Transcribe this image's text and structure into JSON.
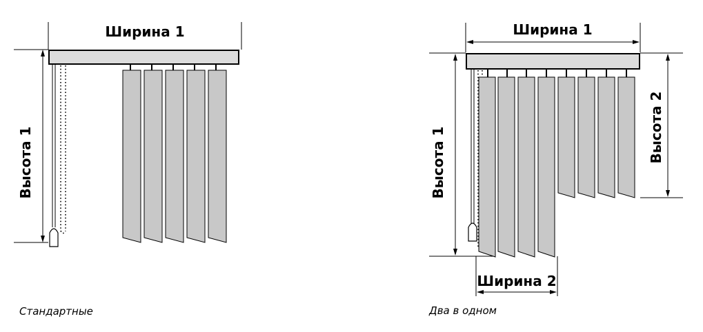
{
  "left": {
    "width_label": "Ширина 1",
    "height_label": "Высота 1",
    "caption": "Стандартные"
  },
  "right": {
    "width1_label": "Ширина 1",
    "width2_label": "Ширина 2",
    "height1_label": "Высота 1",
    "height2_label": "Высота 2",
    "caption": "Два в одном"
  },
  "colors": {
    "line": "#000000",
    "slat_fill": "#c8c8c8",
    "rail_fill": "#dcdcdc",
    "background": "#ffffff"
  }
}
